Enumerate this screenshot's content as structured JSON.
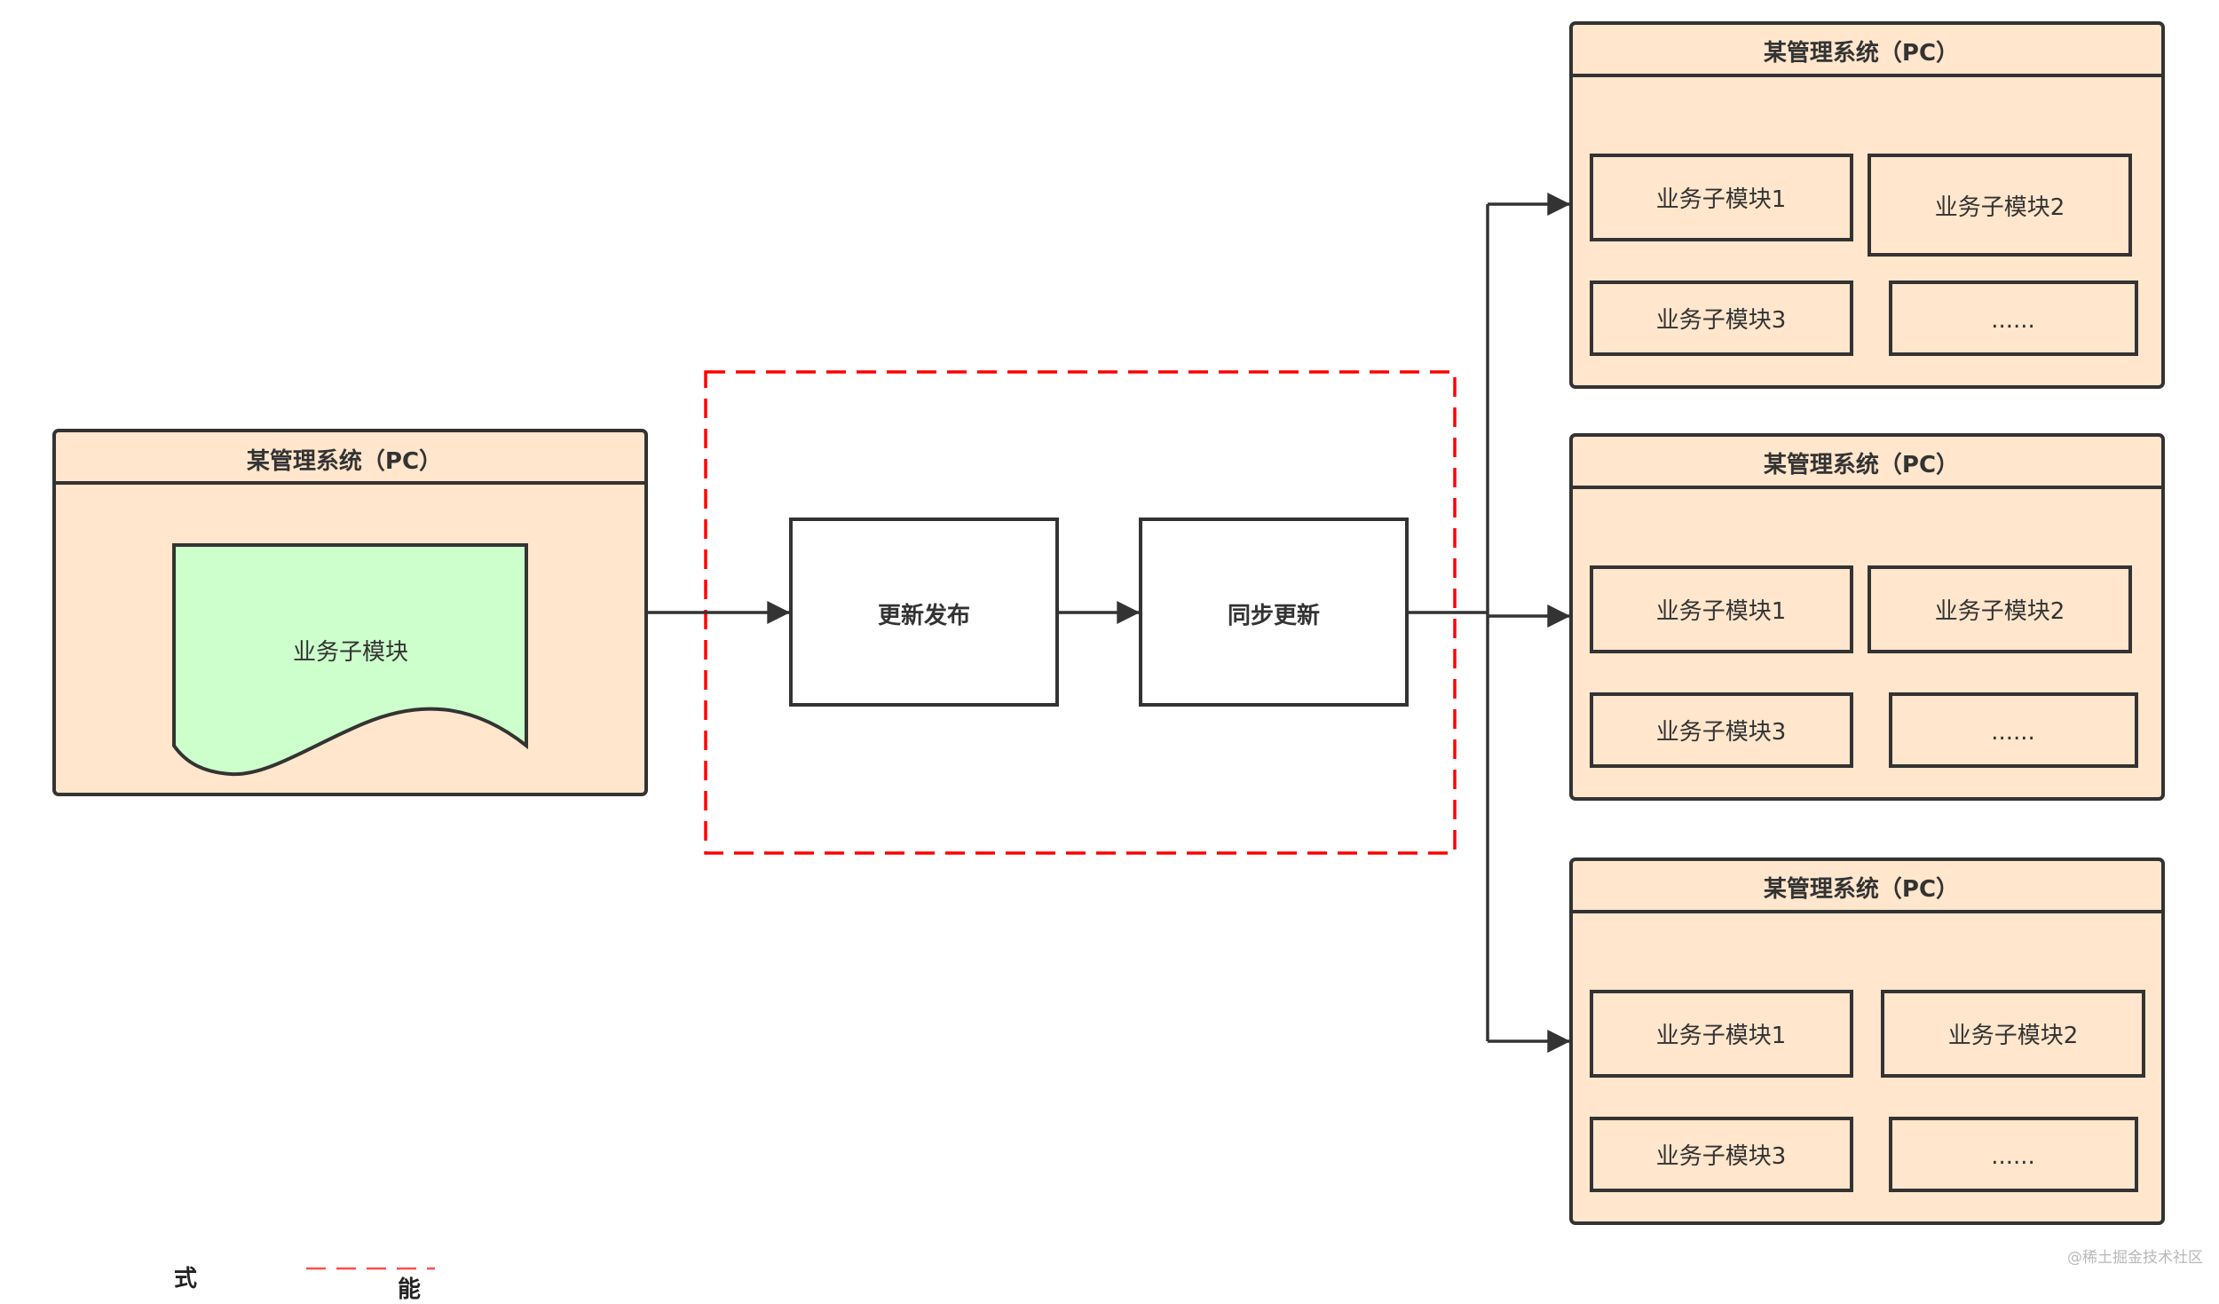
{
  "colors": {
    "frame_fill": "#ffe6cc",
    "stroke": "#333333",
    "doc_fill": "#ccffcc",
    "dash": "#ff0000",
    "white": "#ffffff"
  },
  "source": {
    "title": "某管理系统（PC）",
    "document_label": "业务子模块"
  },
  "process": {
    "publish_label": "更新发布",
    "sync_label": "同步更新"
  },
  "targets": [
    {
      "title": "某管理系统（PC）",
      "modules": [
        "业务子模块1",
        "业务子模块2",
        "业务子模块3",
        "......"
      ]
    },
    {
      "title": "某管理系统（PC）",
      "modules": [
        "业务子模块1",
        "业务子模块2",
        "业务子模块3",
        "......"
      ]
    },
    {
      "title": "某管理系统（PC）",
      "modules": [
        "业务子模块1",
        "业务子模块2",
        "业务子模块3",
        "......"
      ]
    }
  ],
  "watermark": "@稀土掘金技术社区",
  "fragments": {
    "left": "式",
    "right": "能"
  }
}
